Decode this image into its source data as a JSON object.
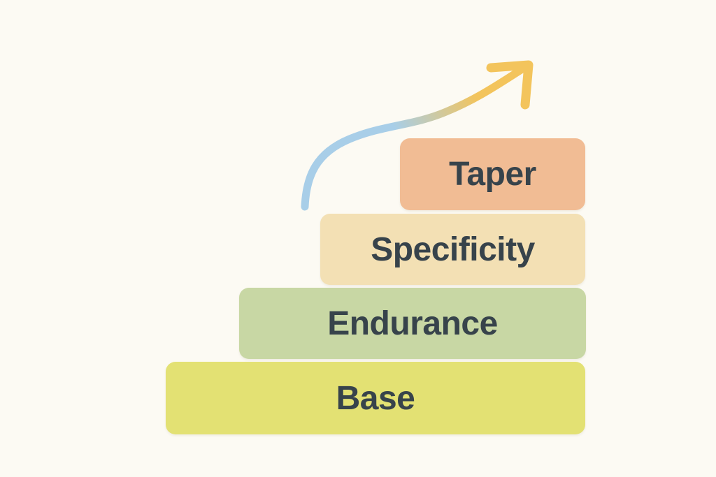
{
  "diagram": {
    "background_color": "#FCFAF3",
    "text_color": "#37434B",
    "blocks": [
      {
        "label": "Base",
        "color": "#E3E173"
      },
      {
        "label": "Endurance",
        "color": "#C8D7A4"
      },
      {
        "label": "Specificity",
        "color": "#F3E0B4"
      },
      {
        "label": "Taper",
        "color": "#F1BC94"
      }
    ],
    "arrow": {
      "icon": "growth-arrow-icon",
      "gradient_start_color": "#A8CEE8",
      "gradient_end_color": "#F3C45C"
    }
  }
}
